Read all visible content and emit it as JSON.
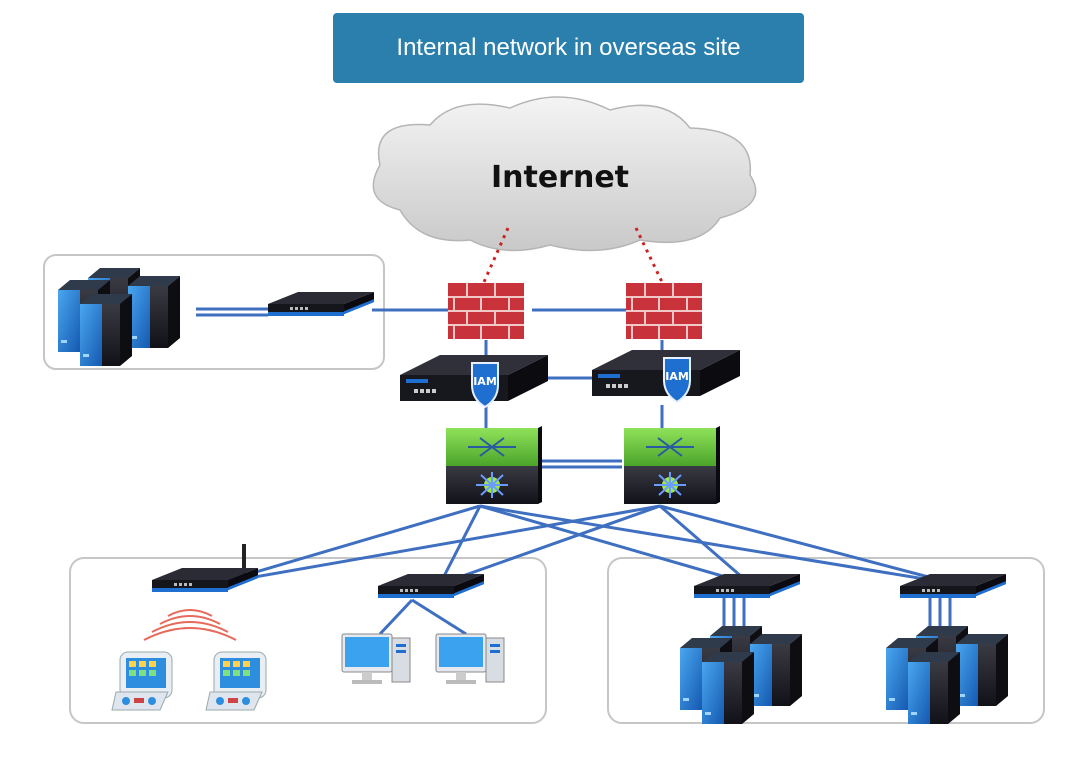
{
  "title": "Internal network in overseas site",
  "cloud": {
    "label": "Internet"
  },
  "badges": {
    "iam": "IAM"
  },
  "colors": {
    "banner": "#2a7fad",
    "link": "#3e6fc0",
    "internet_link": "#cc2222",
    "firewall": "#c8323a",
    "switch_top": "#6ccf3d",
    "device_blue": "#1f7fd1",
    "device_dark": "#1c1c24"
  },
  "icons": [
    "cloud-icon",
    "firewall-icon",
    "iam-gateway-icon",
    "core-switch-icon",
    "access-switch-icon",
    "wireless-router-icon",
    "server-cluster-icon",
    "tablet-icon",
    "desktop-pc-icon"
  ]
}
